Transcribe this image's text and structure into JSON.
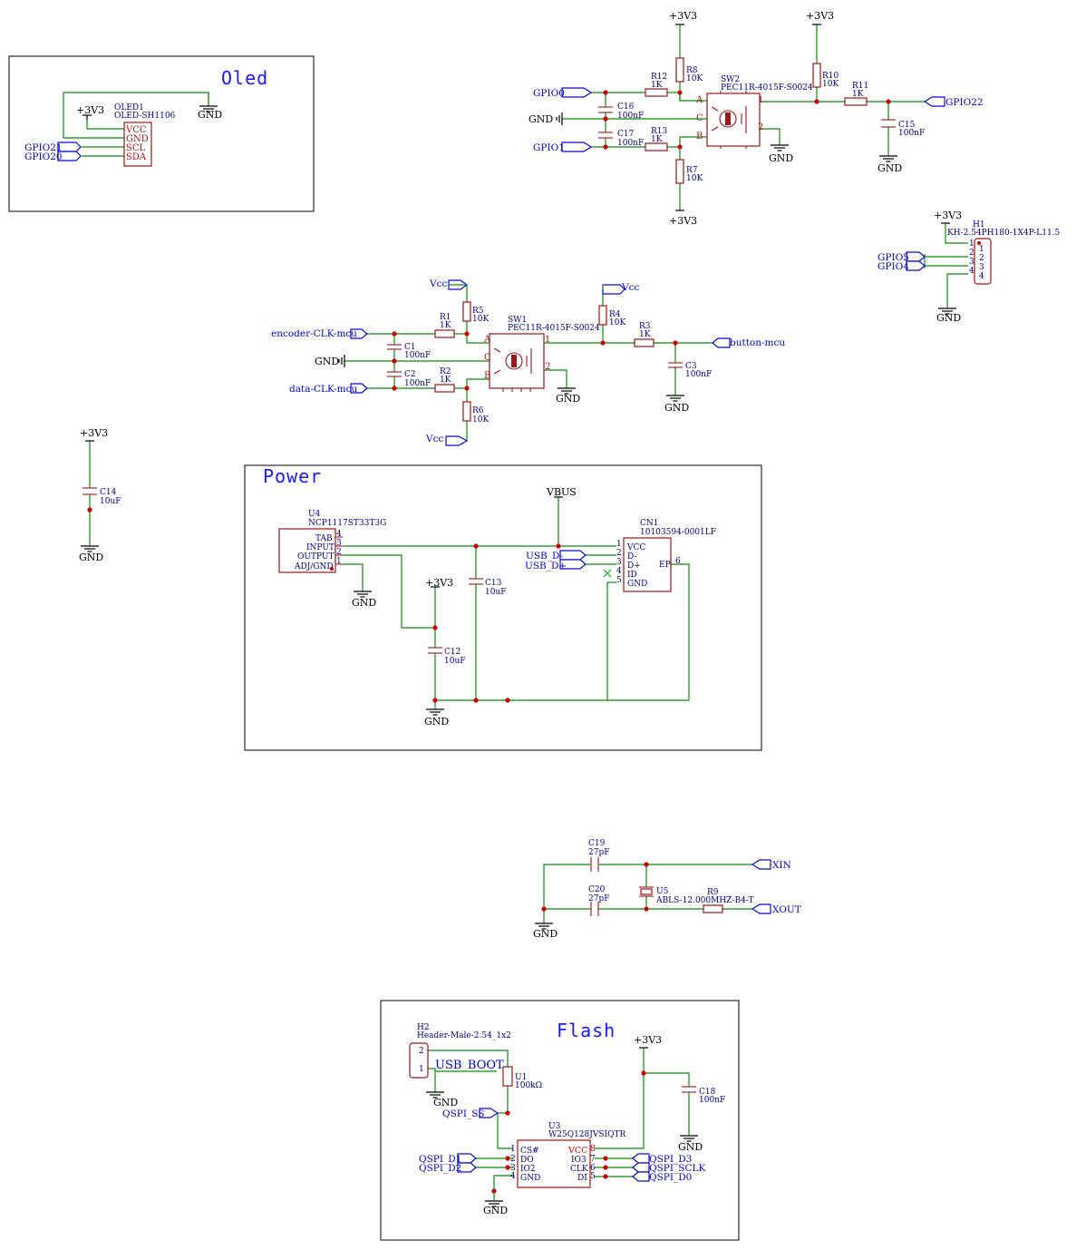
{
  "sheet": {
    "titles": {
      "oled": "Oled",
      "power": "Power",
      "flash": "Flash"
    }
  },
  "nets": {
    "v3v3": "+3V3",
    "gnd": "GND",
    "vcc": "Vcc",
    "vbus": "VBUS"
  },
  "labels": {
    "gpio0": "GPIO0",
    "gpio1": "GPIO1",
    "gpio22": "GPIO22",
    "gpio21": "GPIO21",
    "gpio20": "GPIO20",
    "gpio5": "GPIO5",
    "gpio4": "GPIO4",
    "encoder_clk": "encoder-CLK-mcu",
    "data_clk": "data-CLK-mcu",
    "button_mcu": "button-mcu",
    "usb_dm": "USB_D-",
    "usb_dp": "USB_D+",
    "xin": "XIN",
    "xout": "XOUT",
    "qspi_ss": "QSPI_SS",
    "qspi_d1": "QSPI_D1",
    "qspi_d2": "QSPI_D2",
    "qspi_d3": "QSPI_D3",
    "qspi_sclk": "QSPI_SCLK",
    "qspi_d0": "QSPI_D0",
    "usb_boot": "USB_BOOT"
  },
  "oled": {
    "ref": "OLED1",
    "value": "OLED-SH1106",
    "pins": [
      "VCC",
      "GND",
      "SCL",
      "SDA"
    ]
  },
  "sw2": {
    "ref": "SW2",
    "value": "PEC11R-4015F-S0024",
    "pins": {
      "a": "A",
      "c": "C",
      "b": "B",
      "p1": "1",
      "p2": "2"
    },
    "r12": {
      "ref": "R12",
      "value": "1K"
    },
    "r13": {
      "ref": "R13",
      "value": "1K"
    },
    "r8": {
      "ref": "R8",
      "value": "10K"
    },
    "r7": {
      "ref": "R7",
      "value": "10K"
    },
    "r10": {
      "ref": "R10",
      "value": "10K"
    },
    "r11": {
      "ref": "R11",
      "value": "1K"
    },
    "c16": {
      "ref": "C16",
      "value": "100nF"
    },
    "c17": {
      "ref": "C17",
      "value": "100nF"
    },
    "c15": {
      "ref": "C15",
      "value": "100nF"
    }
  },
  "h1": {
    "ref": "H1",
    "value": "KH-2.54PH180-1X4P-L11.5",
    "pins": [
      "1",
      "2",
      "3",
      "4"
    ]
  },
  "sw1": {
    "ref": "SW1",
    "value": "PEC11R-4015F-S0024",
    "pins": {
      "a": "A",
      "c": "C",
      "b": "B",
      "p1": "1",
      "p2": "2"
    },
    "r1": {
      "ref": "R1",
      "value": "1K"
    },
    "r2": {
      "ref": "R2",
      "value": "1K"
    },
    "r5": {
      "ref": "R5",
      "value": "10K"
    },
    "r6": {
      "ref": "R6",
      "value": "10K"
    },
    "r4": {
      "ref": "R4",
      "value": "10K"
    },
    "r3": {
      "ref": "R3",
      "value": "1K"
    },
    "c1": {
      "ref": "C1",
      "value": "100nF"
    },
    "c2": {
      "ref": "C2",
      "value": "100nF"
    },
    "c3": {
      "ref": "C3",
      "value": "100nF"
    }
  },
  "c14": {
    "ref": "C14",
    "value": "10uF"
  },
  "power": {
    "u4": {
      "ref": "U4",
      "value": "NCP1117ST33T3G",
      "pins": [
        "TAB",
        "INPUT",
        "OUTPUT",
        "ADJ/GND"
      ],
      "nums": [
        "4",
        "3",
        "2",
        "1"
      ]
    },
    "cn1": {
      "ref": "CN1",
      "value": "10103594-0001LF",
      "pins": [
        "VCC",
        "D-",
        "D+",
        "ID",
        "GND"
      ],
      "nums": [
        "1",
        "2",
        "3",
        "4",
        "5"
      ],
      "ep": "EP",
      "ep_num": "6"
    },
    "c13": {
      "ref": "C13",
      "value": "10uF"
    },
    "c12": {
      "ref": "C12",
      "value": "10uF"
    }
  },
  "crystal": {
    "c19": {
      "ref": "C19",
      "value": "27pF"
    },
    "c20": {
      "ref": "C20",
      "value": "27pF"
    },
    "u5": {
      "ref": "U5",
      "value": "ABLS-12.000MHZ-B4-T"
    },
    "r9": {
      "ref": "R9"
    }
  },
  "flash": {
    "h2": {
      "ref": "H2",
      "value": "Header-Male-2.54_1x2",
      "pins": [
        "2",
        "1"
      ]
    },
    "u1": {
      "ref": "U1",
      "value": "100kΩ"
    },
    "u3": {
      "ref": "U3",
      "value": "W25Q128JVSIQTR",
      "left_pins": [
        "CS#",
        "DO",
        "IO2",
        "GND"
      ],
      "left_nums": [
        "1",
        "2",
        "3",
        "4"
      ],
      "right_pins": [
        "VCC",
        "IO3",
        "CLK",
        "DI"
      ],
      "right_nums": [
        "8",
        "7",
        "6",
        "5"
      ]
    },
    "c18": {
      "ref": "C18",
      "value": "100nF"
    }
  },
  "colors": {
    "wire": "#108810",
    "part": "#9b1616",
    "netlabel": "#0000cc",
    "junction": "#cc0000",
    "title": "#1a1aff"
  }
}
